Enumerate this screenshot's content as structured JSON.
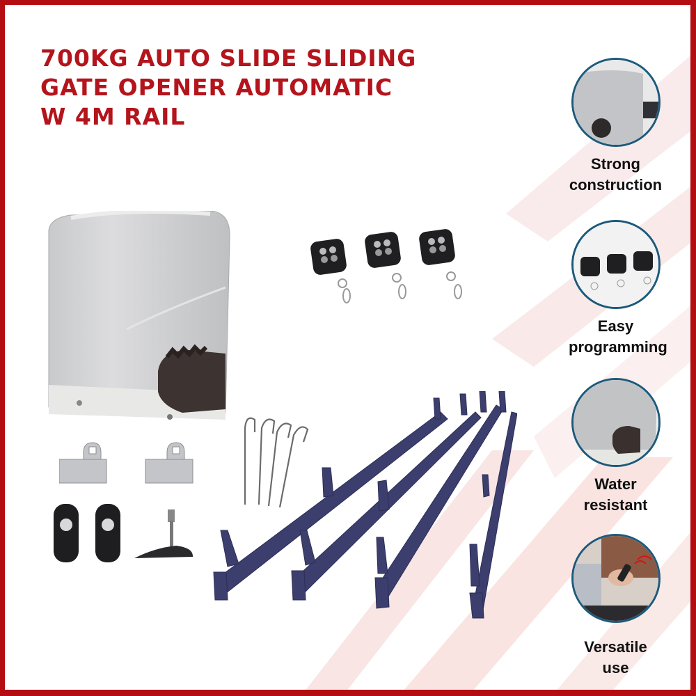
{
  "product": {
    "title_lines": [
      "700KG AUTO SLIDE SLIDING",
      "GATE OPENER AUTOMATIC",
      "W 4M RAIL"
    ]
  },
  "features": [
    {
      "icon": "motor-closeup-icon",
      "label_lines": [
        "Strong",
        "construction"
      ]
    },
    {
      "icon": "remote-controls-icon",
      "label_lines": [
        "Easy",
        "programming"
      ]
    },
    {
      "icon": "motor-gear-icon",
      "label_lines": [
        "Water",
        "resistant"
      ]
    },
    {
      "icon": "hand-remote-icon",
      "label_lines": [
        "Versatile",
        "use"
      ]
    }
  ],
  "kit_contents": [
    "gate-motor",
    "remote-control-x3",
    "mounting-bracket-x2",
    "limit-switch-magnet-x2",
    "release-key",
    "anchor-hook-x4",
    "gear-rack-rail-x4"
  ],
  "colors": {
    "border": "#b30d12",
    "title": "#b4141b",
    "circle_border": "#1c5a7c",
    "rail": "#3c3f6e",
    "label": "#111111"
  }
}
